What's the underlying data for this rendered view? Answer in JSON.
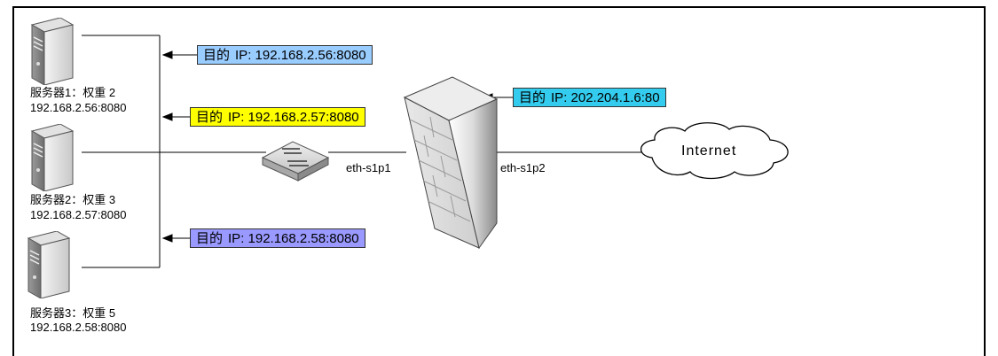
{
  "servers": [
    {
      "name": "服务器1：权重 2",
      "address": "192.168.2.56:8080"
    },
    {
      "name": "服务器2：权重 3",
      "address": "192.168.2.57:8080"
    },
    {
      "name": "服务器3：权重 5",
      "address": "192.168.2.58:8080"
    }
  ],
  "tags": [
    {
      "prefix": "目的",
      "text": "IP: 192.168.2.56:8080",
      "color": "#99ccff"
    },
    {
      "prefix": "目的",
      "text": "IP: 192.168.2.57:8080",
      "color": "#ffff00"
    },
    {
      "prefix": "目的",
      "text": "IP: 192.168.2.58:8080",
      "color": "#9999ff"
    },
    {
      "prefix": "目的",
      "text": "IP: 202.204.1.6:80",
      "color": "#33ccee"
    }
  ],
  "interfaces": {
    "inner": "eth-s1p1",
    "outer": "eth-s1p2"
  },
  "cloud_label": "Internet",
  "icons": {
    "server": "server-icon",
    "switch": "switch-icon",
    "firewall": "firewall-icon",
    "cloud": "cloud-icon"
  }
}
